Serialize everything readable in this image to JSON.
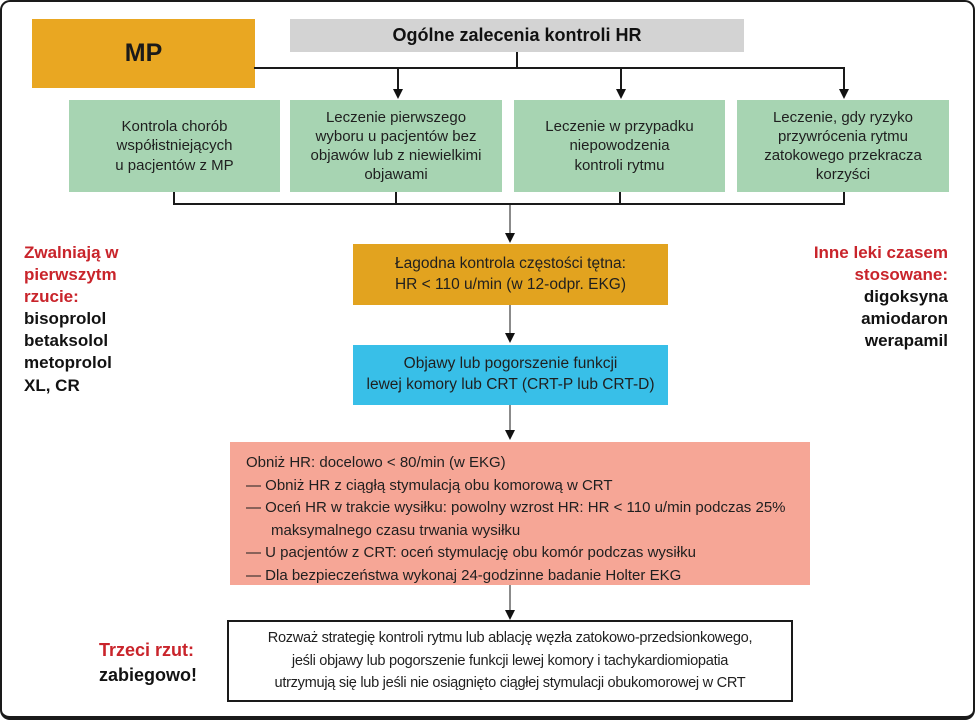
{
  "diagram": {
    "title_box": "Ogólne zalecenia kontroli HR",
    "mp_box": "MP",
    "green_boxes": [
      {
        "label": "Kontrola chorób\nwspółistniejących\nu pacjentów z MP"
      },
      {
        "label": "Leczenie pierwszego\nwyboru u pacjentów bez\nobjawów lub z niewielkimi\nobjawami"
      },
      {
        "label": "Leczenie w przypadku\nniepowodzenia\nkontroli rytmu"
      },
      {
        "label": "Leczenie, gdy ryzyko\nprzywrócenia rytmu\nzatokowego przekracza\nkorzyści"
      }
    ],
    "lenient_rate_control_box": "Łagodna kontrola częstości tętna:\nHR < 110 u/min (w 12-odpr. EKG)",
    "symptoms_box": "Objawy lub pogorszenie funkcji\nlewej komory lub CRT (CRT-P lub CRT-D)",
    "strict_rate_control_box": "Obniż HR: docelowo < 80/min (w EKG)\n— Obniż HR z ciągłą stymulacją obu komorową w CRT\n— Oceń HR w trakcie wysiłku: powolny wzrost HR: HR < 110 u/min podczas 25%\n      maksymalnego czasu trwania wysiłku\n— U pacjentów z CRT: oceń stymulację obu komór podczas wysiłku\n— Dla bezpieczeństwa wykonaj 24-godzinne badanie Holter EKG",
    "final_box": "Rozważ strategię kontroli rytmu lub ablację węzła zatokowo-przedsionkowego,\njeśli objawy lub pogorszenie funkcji lewej komory i tachykardiomiopatia\nutrzymują się lub jeśli nie osiągnięto ciągłej stymulacji obukomorowej w CRT",
    "left_note": {
      "heading": "Zwalniają w\npierwszytm\nrzucie:",
      "drugs": "bisoprolol\nbetaksolol\nmetoprolol\nXL, CR"
    },
    "right_note": {
      "heading": "Inne leki czasem\nstosowane:",
      "drugs": "digoksyna\namiodaron\nwerapamil"
    },
    "bottom_note": {
      "heading": "Trzeci rzut:",
      "text": "zabiegowo!"
    },
    "colors": {
      "orange": "#e9a722",
      "gold": "#e2a31f",
      "green": "#a7d4b2",
      "gray": "#d3d3d3",
      "blue": "#38bfe8",
      "pink": "#f6a696",
      "red_text": "#c9242b",
      "line": "#1a1a1a"
    }
  }
}
